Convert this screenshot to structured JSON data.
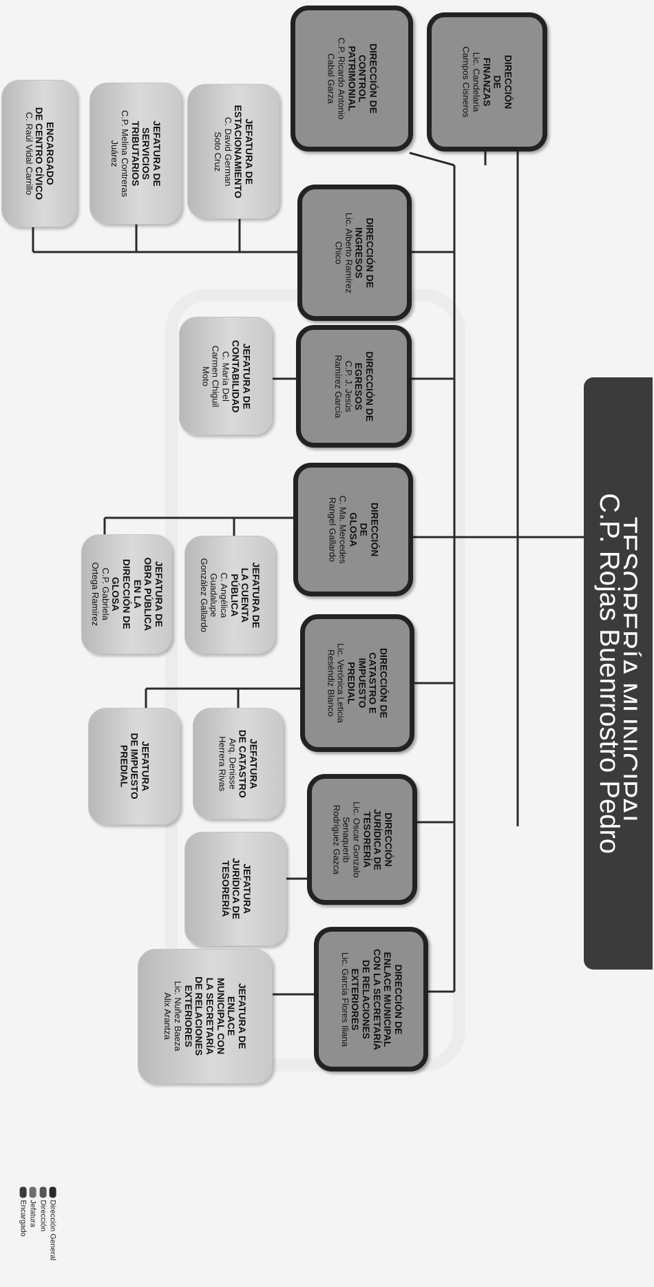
{
  "header": {
    "title_line1": "TESORERÍA MUNICIPAL",
    "title_line2": "C.P. Rojas Buenrrostro Pedro"
  },
  "direcciones": [
    {
      "title": [
        "DIRECCIÓN",
        "DE",
        "FINANZAS"
      ],
      "person": [
        "Lic. Candelaria",
        "Campos Cisneros"
      ]
    },
    {
      "title": [
        "DIRECCIÓN DE",
        "CONTROL",
        "PATRIMONIAL"
      ],
      "person": [
        "C.P. Ricardo Antonio",
        "Cabal Garza"
      ]
    },
    {
      "title": [
        "DIRECCIÓN DE",
        "INGRESOS"
      ],
      "person": [
        "Lic. Alberto Ramírez",
        "Chico"
      ]
    },
    {
      "title": [
        "DIRECCIÓN DE",
        "EGRESOS"
      ],
      "person": [
        "C.P. J. Jesús",
        "Ramírez García"
      ]
    },
    {
      "title": [
        "DIRECCIÓN",
        "DE",
        "GLOSA"
      ],
      "person": [
        "C. Ma. Mercedes",
        "Rangel Gallardo"
      ]
    },
    {
      "title": [
        "DIRECCIÓN DE",
        "CATASTRO E",
        "IMPUESTO",
        "PREDIAL"
      ],
      "person": [
        "Lic. Verónica Leticia",
        "Reséndiz Blanco"
      ]
    },
    {
      "title": [
        "DIRECCIÓN",
        "JURÍDICA DE",
        "TESORERÍA"
      ],
      "person": [
        "Lic. Oscar Gonzalo",
        "Senaquerib",
        "Rodríguez Gazca"
      ]
    },
    {
      "title": [
        "DIRECCIÓN DE",
        "ENLACE MUNICIPAL",
        "CON LA SECRETARÍA",
        "DE RELACIONES",
        "EXTERIORES"
      ],
      "person": [
        "Lic. García Flores Iliana"
      ]
    }
  ],
  "jefaturas": [
    {
      "title": [
        "JEFATURA DE",
        "ESTACIONAMIENTO"
      ],
      "person": [
        "C. David German",
        "Soto Cruz"
      ]
    },
    {
      "title": [
        "JEFATURA DE",
        "SERVICIOS",
        "TRIBUTARIOS"
      ],
      "person": [
        "C.P. Melina Contreras",
        "Juárez"
      ]
    },
    {
      "title": [
        "ENCARGADO",
        "DE CENTRO CÍVICO"
      ],
      "person": [
        "C. Raúl Vidal Carrillo"
      ]
    },
    {
      "title": [
        "JEFATURA DE",
        "CONTABILIDAD"
      ],
      "person": [
        "C. María Del",
        "Carmen Chiguil",
        "Moto"
      ]
    },
    {
      "title": [
        "JEFATURA DE",
        "LA CUENTA",
        "PÚBLICA"
      ],
      "person": [
        "C. Angélica",
        "Guadalupe",
        "González Gallardo"
      ]
    },
    {
      "title": [
        "JEFATURA DE",
        "OBRA PÚBLICA",
        "EN LA",
        "DIRECCIÓN DE",
        "GLOSA"
      ],
      "person": [
        "C.P. Gabriela",
        "Ortega Ramírez"
      ]
    },
    {
      "title": [
        "JEFATURA",
        "DE CATASTRO"
      ],
      "person": [
        "Arq. Denisse",
        "Herrera Rivas"
      ]
    },
    {
      "title": [
        "JEFATURA",
        "DE IMPUESTO",
        "PREDIAL"
      ],
      "person": []
    },
    {
      "title": [
        "JEFATURA",
        "JURÍDICA DE",
        "TESORERÍA"
      ],
      "person": []
    },
    {
      "title": [
        "JEFATURA DE",
        "ENLACE",
        "MUNICIPAL CON",
        "LA SECRETARÍA",
        "DE RELACIONES",
        "EXTERIORES"
      ],
      "person": [
        "Lic. Nuñez Baeza",
        "Alix Arantza"
      ]
    }
  ],
  "legend": [
    {
      "label": "Dirección General",
      "color": "#2a2a2a"
    },
    {
      "label": "Dirección",
      "color": "#555555"
    },
    {
      "label": "Jefatura",
      "color": "#6e6e6e"
    },
    {
      "label": "Encargado",
      "color": "#3a3a3a"
    }
  ]
}
